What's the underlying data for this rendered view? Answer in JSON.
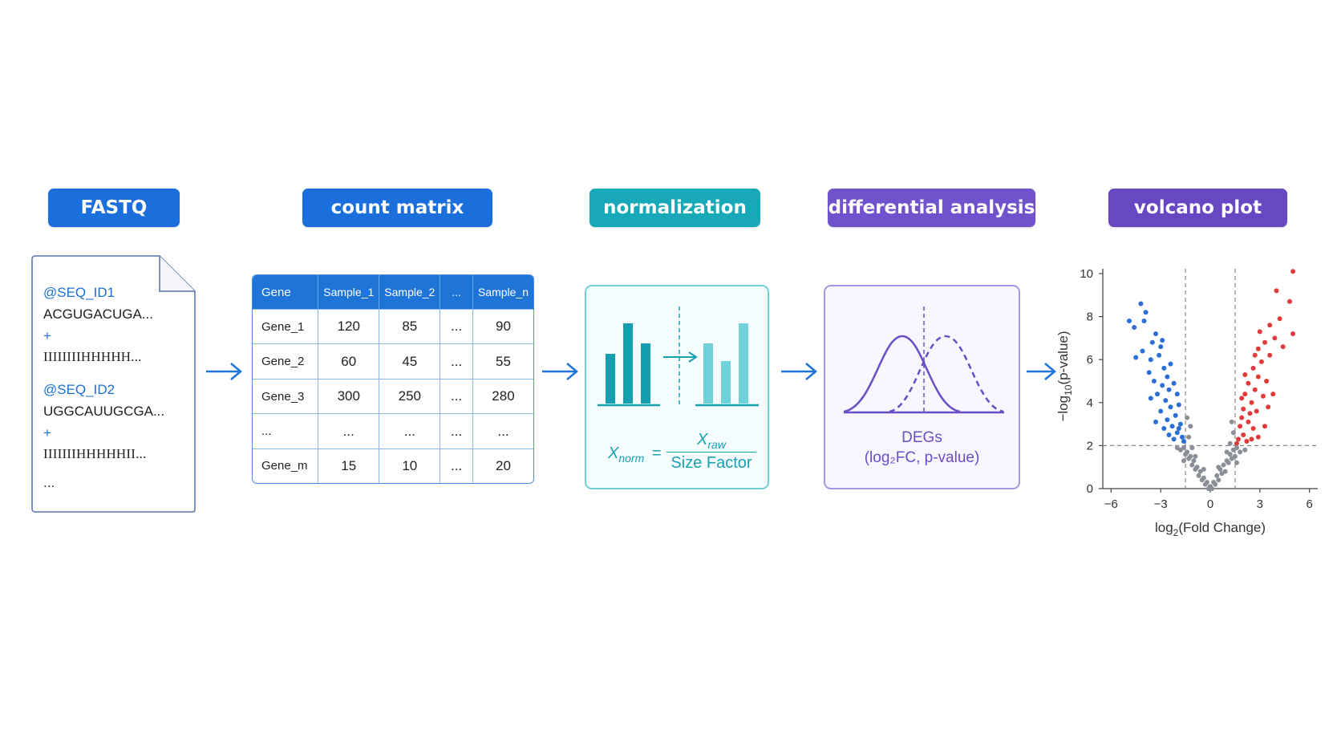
{
  "stages": {
    "fastq": "FASTQ",
    "count": "count matrix",
    "norm": "normalization",
    "diff": "differential analysis",
    "volcano": "volcano plot"
  },
  "fastq": {
    "id1": "@SEQ_ID1",
    "seq1": "ACGUGACUGA...",
    "plus1": "+",
    "qual1": "IIIIIIIIHHHHH...",
    "id2": "@SEQ_ID2",
    "seq2": "UGGCAUUGCGA...",
    "plus2": "+",
    "qual2": "IIIIIIIHHHHHII...",
    "more": "..."
  },
  "count_matrix": {
    "headers": [
      "Gene",
      "Sample_1",
      "Sample_2",
      "...",
      "Sample_n"
    ],
    "rows": [
      [
        "Gene_1",
        "120",
        "85",
        "...",
        "90"
      ],
      [
        "Gene_2",
        "60",
        "45",
        "...",
        "55"
      ],
      [
        "Gene_3",
        "300",
        "250",
        "...",
        "280"
      ],
      [
        "...",
        "...",
        "...",
        "...",
        "..."
      ],
      [
        "Gene_m",
        "15",
        "10",
        "...",
        "20"
      ]
    ]
  },
  "normalization": {
    "lhs": "X",
    "lhs_sub": "norm",
    "equals": "=",
    "num": "X",
    "num_sub": "raw",
    "denominator": "Size Factor",
    "raw_bars": [
      0.62,
      1.0,
      0.75
    ],
    "norm_bars": [
      0.75,
      0.53,
      1.0
    ]
  },
  "differential": {
    "title": "DEGs",
    "subtitle": "(log₂FC, p-value)"
  },
  "colors": {
    "blue": "#1a6fdc",
    "teal": "#17a9b8",
    "purple": "#7053cc",
    "down": "#2b6fd6",
    "up": "#e03b3b",
    "ns": "#8a8e96"
  },
  "chart_data": {
    "type": "scatter",
    "title": "",
    "xlabel": "log2(Fold Change)",
    "ylabel": "-log10(p-value)",
    "xlim": [
      -6.5,
      6.5
    ],
    "ylim": [
      0,
      10
    ],
    "x_ticks": [
      "-6",
      "-3",
      "0",
      "3",
      "6"
    ],
    "y_ticks": [
      "0",
      "2",
      "4",
      "6",
      "8",
      "10"
    ],
    "fc_threshold": [
      -1.5,
      1.5
    ],
    "p_threshold": 2,
    "series": [
      {
        "group": "down",
        "points": [
          [
            -4.9,
            7.8
          ],
          [
            -4.6,
            7.5
          ],
          [
            -4.2,
            8.6
          ],
          [
            -4.0,
            7.8
          ],
          [
            -3.9,
            8.2
          ],
          [
            -4.5,
            6.1
          ],
          [
            -4.1,
            6.4
          ],
          [
            -3.6,
            6.0
          ],
          [
            -3.3,
            7.2
          ],
          [
            -3.0,
            6.6
          ],
          [
            -3.1,
            6.2
          ],
          [
            -2.8,
            5.6
          ],
          [
            -3.4,
            5.0
          ],
          [
            -3.7,
            5.4
          ],
          [
            -2.6,
            5.2
          ],
          [
            -2.9,
            4.8
          ],
          [
            -3.2,
            4.4
          ],
          [
            -2.5,
            4.6
          ],
          [
            -2.2,
            4.9
          ],
          [
            -2.7,
            4.1
          ],
          [
            -2.4,
            3.8
          ],
          [
            -3.0,
            3.6
          ],
          [
            -2.1,
            3.4
          ],
          [
            -1.9,
            3.9
          ],
          [
            -2.6,
            3.2
          ],
          [
            -2.3,
            2.9
          ],
          [
            -1.8,
            3.0
          ],
          [
            -2.0,
            2.6
          ],
          [
            -1.7,
            2.4
          ],
          [
            -2.8,
            2.8
          ],
          [
            -3.3,
            3.1
          ],
          [
            -1.6,
            2.2
          ],
          [
            -2.2,
            2.3
          ],
          [
            -2.5,
            2.5
          ],
          [
            -1.9,
            2.8
          ],
          [
            -3.6,
            4.2
          ],
          [
            -2.0,
            4.4
          ],
          [
            -2.4,
            5.8
          ],
          [
            -2.9,
            6.9
          ],
          [
            -3.5,
            6.8
          ]
        ]
      },
      {
        "group": "up",
        "points": [
          [
            5.0,
            10.1
          ],
          [
            4.8,
            8.7
          ],
          [
            4.0,
            9.2
          ],
          [
            5.0,
            7.2
          ],
          [
            4.2,
            7.9
          ],
          [
            3.6,
            7.6
          ],
          [
            3.9,
            7.0
          ],
          [
            3.3,
            6.8
          ],
          [
            2.9,
            6.5
          ],
          [
            3.6,
            6.2
          ],
          [
            3.1,
            5.9
          ],
          [
            2.6,
            5.6
          ],
          [
            2.9,
            5.2
          ],
          [
            3.4,
            5.0
          ],
          [
            2.3,
            4.9
          ],
          [
            2.7,
            4.6
          ],
          [
            3.2,
            4.3
          ],
          [
            2.1,
            4.4
          ],
          [
            2.5,
            4.0
          ],
          [
            2.0,
            3.7
          ],
          [
            2.8,
            3.6
          ],
          [
            1.9,
            3.3
          ],
          [
            2.3,
            3.1
          ],
          [
            1.8,
            2.9
          ],
          [
            2.6,
            2.8
          ],
          [
            2.0,
            2.5
          ],
          [
            1.7,
            2.3
          ],
          [
            2.9,
            2.4
          ],
          [
            3.3,
            2.9
          ],
          [
            1.6,
            2.1
          ],
          [
            2.2,
            2.2
          ],
          [
            2.4,
            3.5
          ],
          [
            3.8,
            4.4
          ],
          [
            2.1,
            5.3
          ],
          [
            3.0,
            7.3
          ],
          [
            2.7,
            6.2
          ],
          [
            1.9,
            4.2
          ],
          [
            3.5,
            3.8
          ],
          [
            4.4,
            6.6
          ],
          [
            2.5,
            2.3
          ]
        ]
      },
      {
        "group": "ns",
        "points": [
          [
            0.0,
            0.1
          ],
          [
            -0.2,
            0.3
          ],
          [
            0.2,
            0.3
          ],
          [
            -0.4,
            0.5
          ],
          [
            0.4,
            0.6
          ],
          [
            -0.6,
            0.8
          ],
          [
            0.6,
            0.9
          ],
          [
            -0.8,
            1.0
          ],
          [
            0.8,
            1.1
          ],
          [
            -1.0,
            1.3
          ],
          [
            1.0,
            1.3
          ],
          [
            -1.2,
            1.5
          ],
          [
            1.2,
            1.6
          ],
          [
            -1.4,
            1.7
          ],
          [
            1.4,
            1.8
          ],
          [
            -1.6,
            1.9
          ],
          [
            1.6,
            1.9
          ],
          [
            -0.3,
            0.2
          ],
          [
            0.3,
            0.2
          ],
          [
            -0.5,
            0.4
          ],
          [
            0.5,
            0.4
          ],
          [
            -0.7,
            0.6
          ],
          [
            0.7,
            0.7
          ],
          [
            -0.9,
            0.9
          ],
          [
            0.9,
            0.8
          ],
          [
            -1.1,
            1.1
          ],
          [
            1.1,
            1.2
          ],
          [
            -1.3,
            1.4
          ],
          [
            1.3,
            1.4
          ],
          [
            -1.5,
            1.6
          ],
          [
            1.5,
            1.5
          ],
          [
            -1.1,
            1.9
          ],
          [
            1.2,
            2.1
          ],
          [
            -1.3,
            2.4
          ],
          [
            1.4,
            2.6
          ],
          [
            -1.2,
            2.9
          ],
          [
            1.3,
            3.1
          ],
          [
            -1.4,
            3.3
          ],
          [
            1.0,
            1.7
          ],
          [
            -0.9,
            1.5
          ],
          [
            -1.8,
            1.8
          ],
          [
            1.8,
            1.7
          ],
          [
            -2.0,
            1.9
          ],
          [
            2.1,
            1.8
          ],
          [
            -0.1,
            0.0
          ],
          [
            0.1,
            0.0
          ],
          [
            -1.6,
            1.3
          ],
          [
            1.6,
            1.2
          ],
          [
            -0.4,
            0.9
          ],
          [
            0.5,
            1.0
          ]
        ]
      }
    ]
  }
}
